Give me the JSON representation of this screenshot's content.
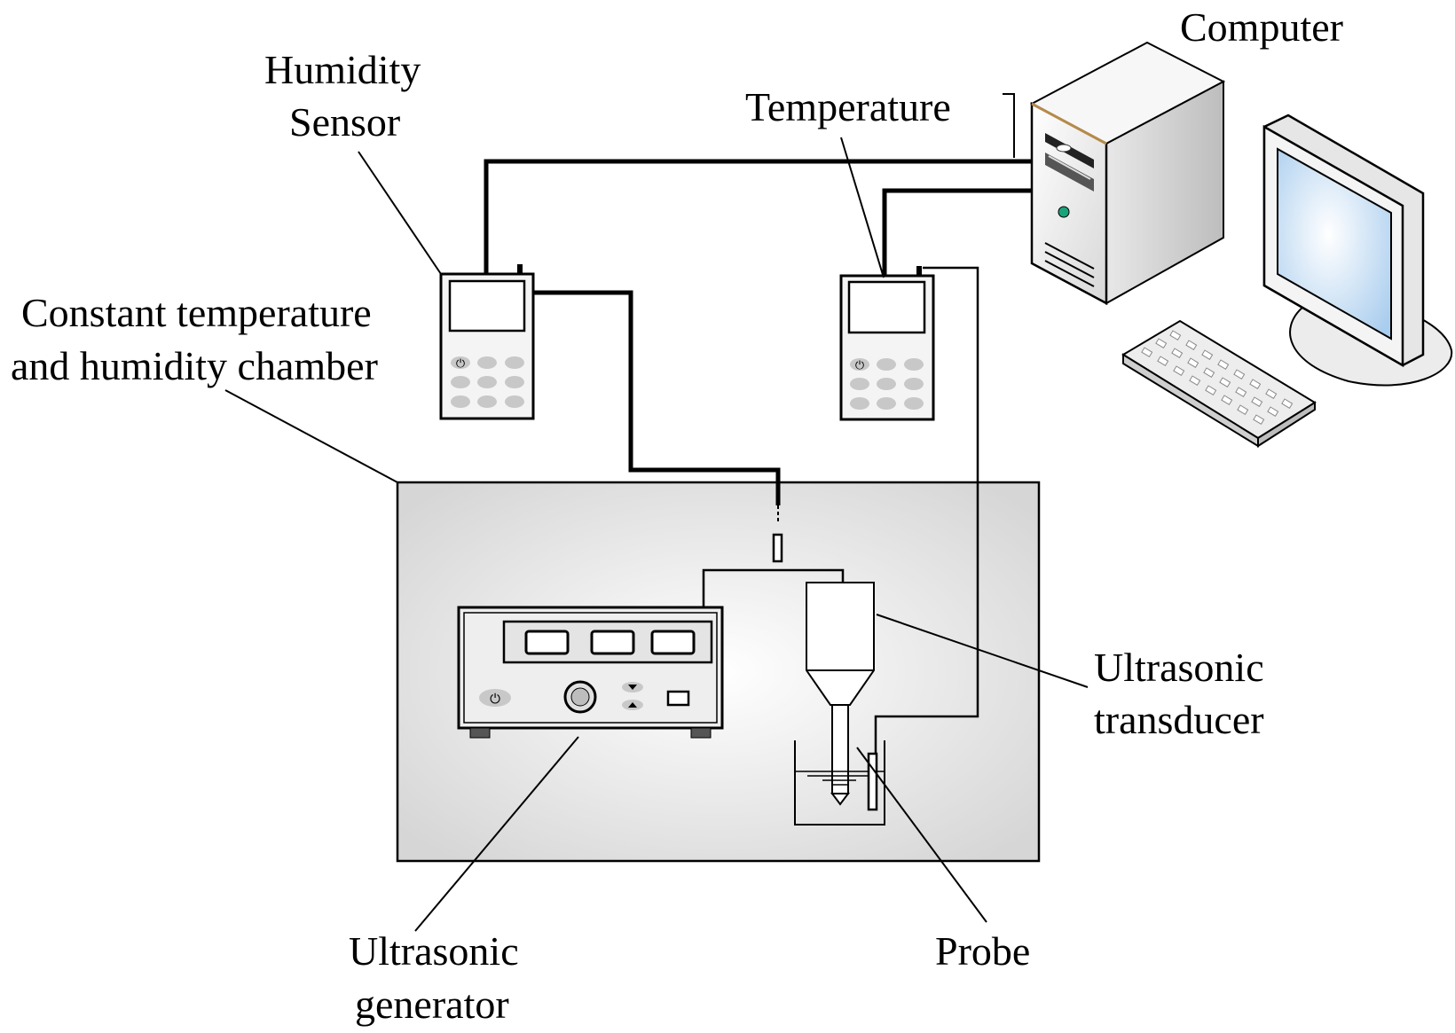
{
  "labels": {
    "computer": "Computer",
    "humidity_sensor_line1": "Humidity",
    "humidity_sensor_line2": "Sensor",
    "temperature": "Temperature",
    "chamber_line1": "Constant temperature",
    "chamber_line2": "and humidity chamber",
    "transducer_line1": "Ultrasonic",
    "transducer_line2": "transducer",
    "generator_line1": "Ultrasonic",
    "generator_line2": "generator",
    "probe": "Probe"
  },
  "icons": {
    "power": "power-icon",
    "arrow_up": "triangle-up",
    "arrow_down": "triangle-down"
  },
  "colors": {
    "chamber_fill_center": "#ffffff",
    "chamber_fill_edge": "#d9d9d9",
    "device_body": "#f2f2f2",
    "device_button": "#c8c8c8",
    "screen_blue": "#cfe6f7",
    "computer_led": "#1aa37a",
    "outline": "#000000"
  }
}
